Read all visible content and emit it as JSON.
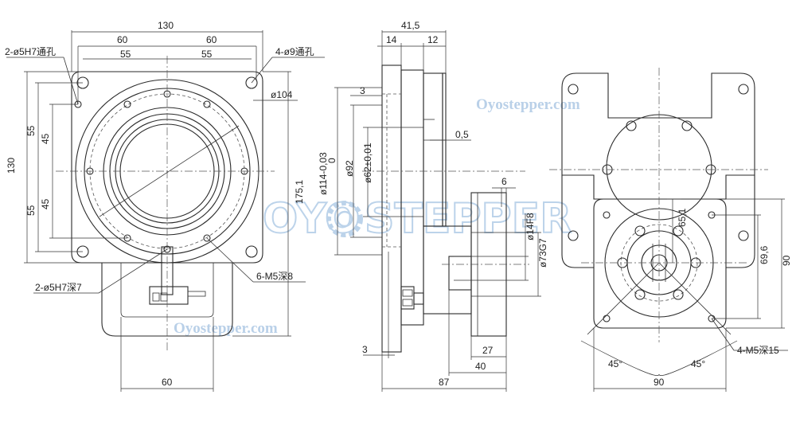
{
  "watermark": {
    "site_top": "Oyostepper.com",
    "site_bottom": "Oyostepper.com",
    "logo_left": "OYO",
    "logo_right": "STEPPER"
  },
  "front_view": {
    "dim_overall_width": "130",
    "dim_half_left": "60",
    "dim_half_right": "60",
    "dim_bolt_left": "55",
    "dim_bolt_right": "55",
    "dim_overall_height": "130",
    "dim_upper_55": "55",
    "dim_upper_45": "45",
    "dim_lower_55": "55",
    "dim_lower_45": "45",
    "dim_total_height": "175,1",
    "dim_bottom_width": "60",
    "dia_104": "ø104",
    "note_pin_top": "2-ø5H7通孔",
    "note_holes": "4-ø9通孔",
    "note_pin_bottom": "2-ø5H7深7",
    "note_tapped": "6-M5深8"
  },
  "side_view": {
    "dim_total_thickness": "41,5",
    "dim_left_14": "14",
    "dim_right_12": "12",
    "dim_3_top": "3",
    "dim_3_bottom": "3",
    "dim_0_5": "0,5",
    "dia_114": "ø114-0,03",
    "dia_114_upper": "0",
    "dia_92": "ø92",
    "dia_62": "ø62±0,01",
    "dia_14": "ø14F8",
    "dia_73": "ø73G7",
    "dim_6": "6",
    "dim_27": "27",
    "dim_40": "40",
    "dim_87": "87"
  },
  "rear_view": {
    "dim_65_1": "65,1",
    "dim_69_6": "69,6",
    "dim_90_v": "90",
    "dim_90_h": "90",
    "angle_left": "45°",
    "angle_right": "45°",
    "note_tapped": "4-M5深15"
  }
}
